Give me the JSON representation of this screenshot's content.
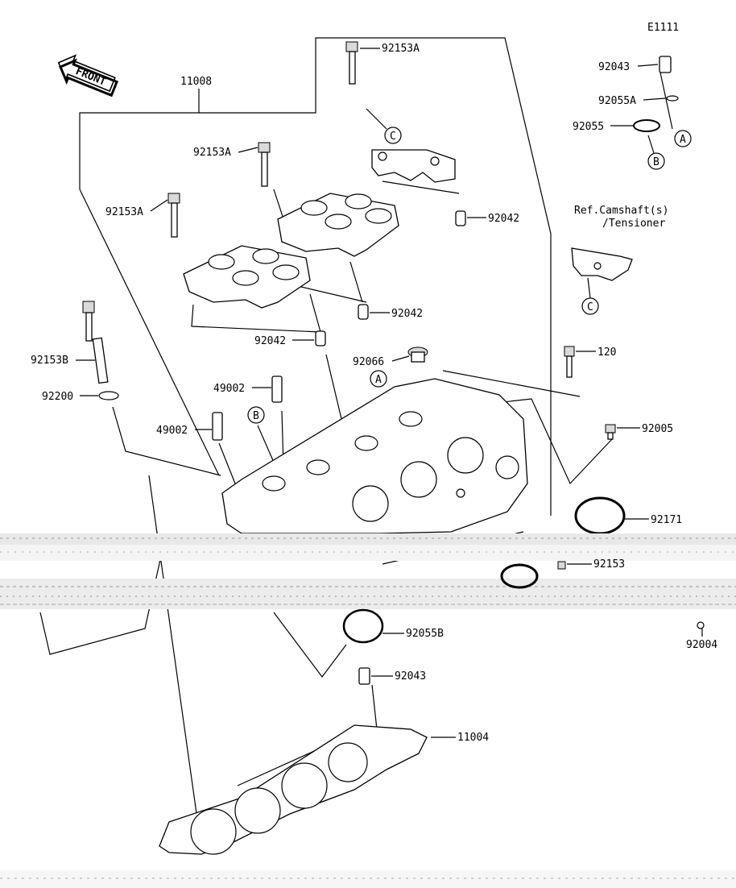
{
  "diagram_code": "E1111",
  "front_label": "FRONT",
  "reference_note": [
    "Ref.Camshaft(s)",
    "/Tensioner"
  ],
  "callout_markers": [
    "A",
    "B",
    "C"
  ],
  "parts": [
    {
      "id": "p-11008",
      "number": "11008"
    },
    {
      "id": "p-92153a-1",
      "number": "92153A"
    },
    {
      "id": "p-92153a-2",
      "number": "92153A"
    },
    {
      "id": "p-92153a-3",
      "number": "92153A"
    },
    {
      "id": "p-92042-1",
      "number": "92042"
    },
    {
      "id": "p-92042-2",
      "number": "92042"
    },
    {
      "id": "p-92042-3",
      "number": "92042"
    },
    {
      "id": "p-92153b",
      "number": "92153B"
    },
    {
      "id": "p-92200",
      "number": "92200"
    },
    {
      "id": "p-49002-1",
      "number": "49002"
    },
    {
      "id": "p-49002-2",
      "number": "49002"
    },
    {
      "id": "p-92066",
      "number": "92066"
    },
    {
      "id": "p-120",
      "number": "120"
    },
    {
      "id": "p-92005",
      "number": "92005"
    },
    {
      "id": "p-92171",
      "number": "92171"
    },
    {
      "id": "p-92153",
      "number": "92153"
    },
    {
      "id": "p-92004",
      "number": "92004"
    },
    {
      "id": "p-92055b",
      "number": "92055B"
    },
    {
      "id": "p-92043-2",
      "number": "92043"
    },
    {
      "id": "p-11004",
      "number": "11004"
    },
    {
      "id": "p-92043-1",
      "number": "92043"
    },
    {
      "id": "p-92055a",
      "number": "92055A"
    },
    {
      "id": "p-92055",
      "number": "92055"
    }
  ]
}
